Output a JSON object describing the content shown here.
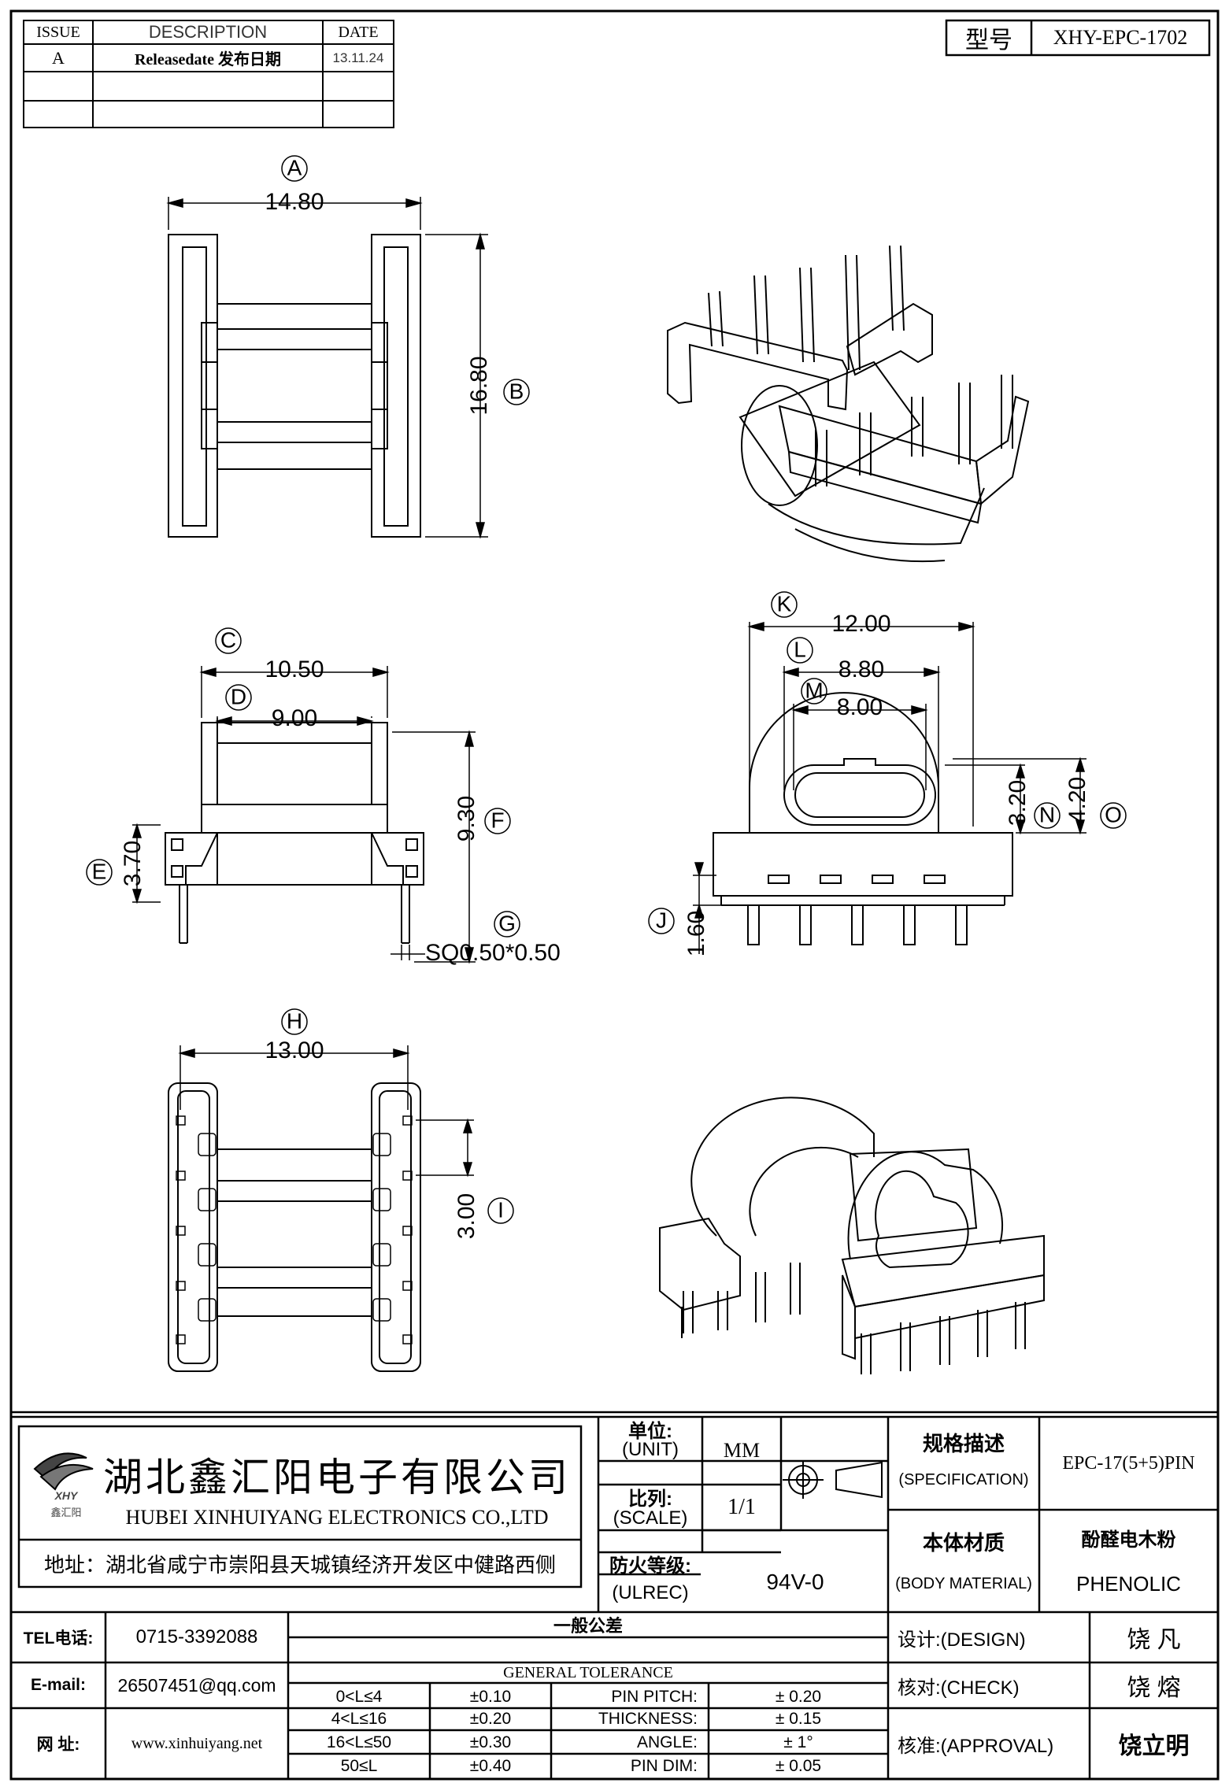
{
  "revision_table": {
    "headers": [
      "ISSUE",
      "DESCRIPTION",
      "DATE"
    ],
    "rows": [
      [
        "A",
        "Releasedate 发布日期",
        "13.11.24"
      ],
      [
        "",
        "",
        ""
      ],
      [
        "",
        "",
        ""
      ]
    ]
  },
  "model": {
    "label": "型号",
    "value": "XHY-EPC-1702"
  },
  "dimensions": {
    "A": {
      "letter": "A",
      "value": "14.80"
    },
    "B": {
      "letter": "B",
      "value": "16.80"
    },
    "C": {
      "letter": "C",
      "value": "10.50"
    },
    "D": {
      "letter": "D",
      "value": "9.00"
    },
    "E": {
      "letter": "E",
      "value": "3.70"
    },
    "F": {
      "letter": "F",
      "value": "9.30"
    },
    "G": {
      "letter": "G",
      "value": "SQ0.50*0.50"
    },
    "H": {
      "letter": "H",
      "value": "13.00"
    },
    "I": {
      "letter": "I",
      "value": "3.00"
    },
    "J": {
      "letter": "J",
      "value": "1.60"
    },
    "K": {
      "letter": "K",
      "value": "12.00"
    },
    "L": {
      "letter": "L",
      "value": "8.80"
    },
    "M": {
      "letter": "M",
      "value": "8.00"
    },
    "N": {
      "letter": "N",
      "value": "3.20"
    },
    "O": {
      "letter": "O",
      "value": "4.20"
    }
  },
  "company": {
    "name_cn": "湖北鑫汇阳电子有限公司",
    "name_en": "HUBEI XINHUIYANG ELECTRONICS CO.,LTD",
    "logo_text": "XHY",
    "logo_sub": "鑫汇阳",
    "address": "地址：湖北省咸宁市崇阳县天城镇经济开发区中健路西侧"
  },
  "title_block": {
    "unit_label_cn": "单位:",
    "unit_label_en": "(UNIT)",
    "unit_value": "MM",
    "scale_label_cn": "比列:",
    "scale_label_en": "(SCALE)",
    "scale_value": "1/1",
    "ul_label_cn": "防火等级:",
    "ul_label_en": "(ULREC)",
    "ul_value": "94V-0",
    "spec_label_cn": "规格描述",
    "spec_label_en": "(SPECIFICATION)",
    "spec_value": "EPC-17(5+5)PIN",
    "material_label_cn": "本体材质",
    "material_label_en": "(BODY MATERIAL)",
    "material_value_cn": "酚醛电木粉",
    "material_value_en": "PHENOLIC"
  },
  "contact": {
    "tel_label": "TEL电话:",
    "tel_value": "0715-3392088",
    "email_label": "E-mail:",
    "email_value": "26507451@qq.com",
    "web_label": "网  址:",
    "web_value": "www.xinhuiyang.net"
  },
  "tolerance": {
    "title_cn": "一般公差",
    "title_en": "GENERAL TOLERANCE",
    "ranges": [
      {
        "range": "0<L≤4",
        "tol": "±0.10"
      },
      {
        "range": "4<L≤16",
        "tol": "±0.20"
      },
      {
        "range": "16<L≤50",
        "tol": "±0.30"
      },
      {
        "range": "50≤L",
        "tol": "±0.40"
      }
    ],
    "specific": [
      {
        "name": "PIN PITCH:",
        "tol": "±  0.20"
      },
      {
        "name": "THICKNESS:",
        "tol": "±  0.15"
      },
      {
        "name": "ANGLE:",
        "tol": "±  1°"
      },
      {
        "name": "PIN DIM:",
        "tol": "±  0.05"
      }
    ]
  },
  "signoff": {
    "design_label": "设计:(DESIGN)",
    "design_name": "饶  凡",
    "check_label": "核对:(CHECK)",
    "check_name": "饶  熔",
    "approval_label": "核准:(APPROVAL)",
    "approval_name": "饶立明"
  }
}
